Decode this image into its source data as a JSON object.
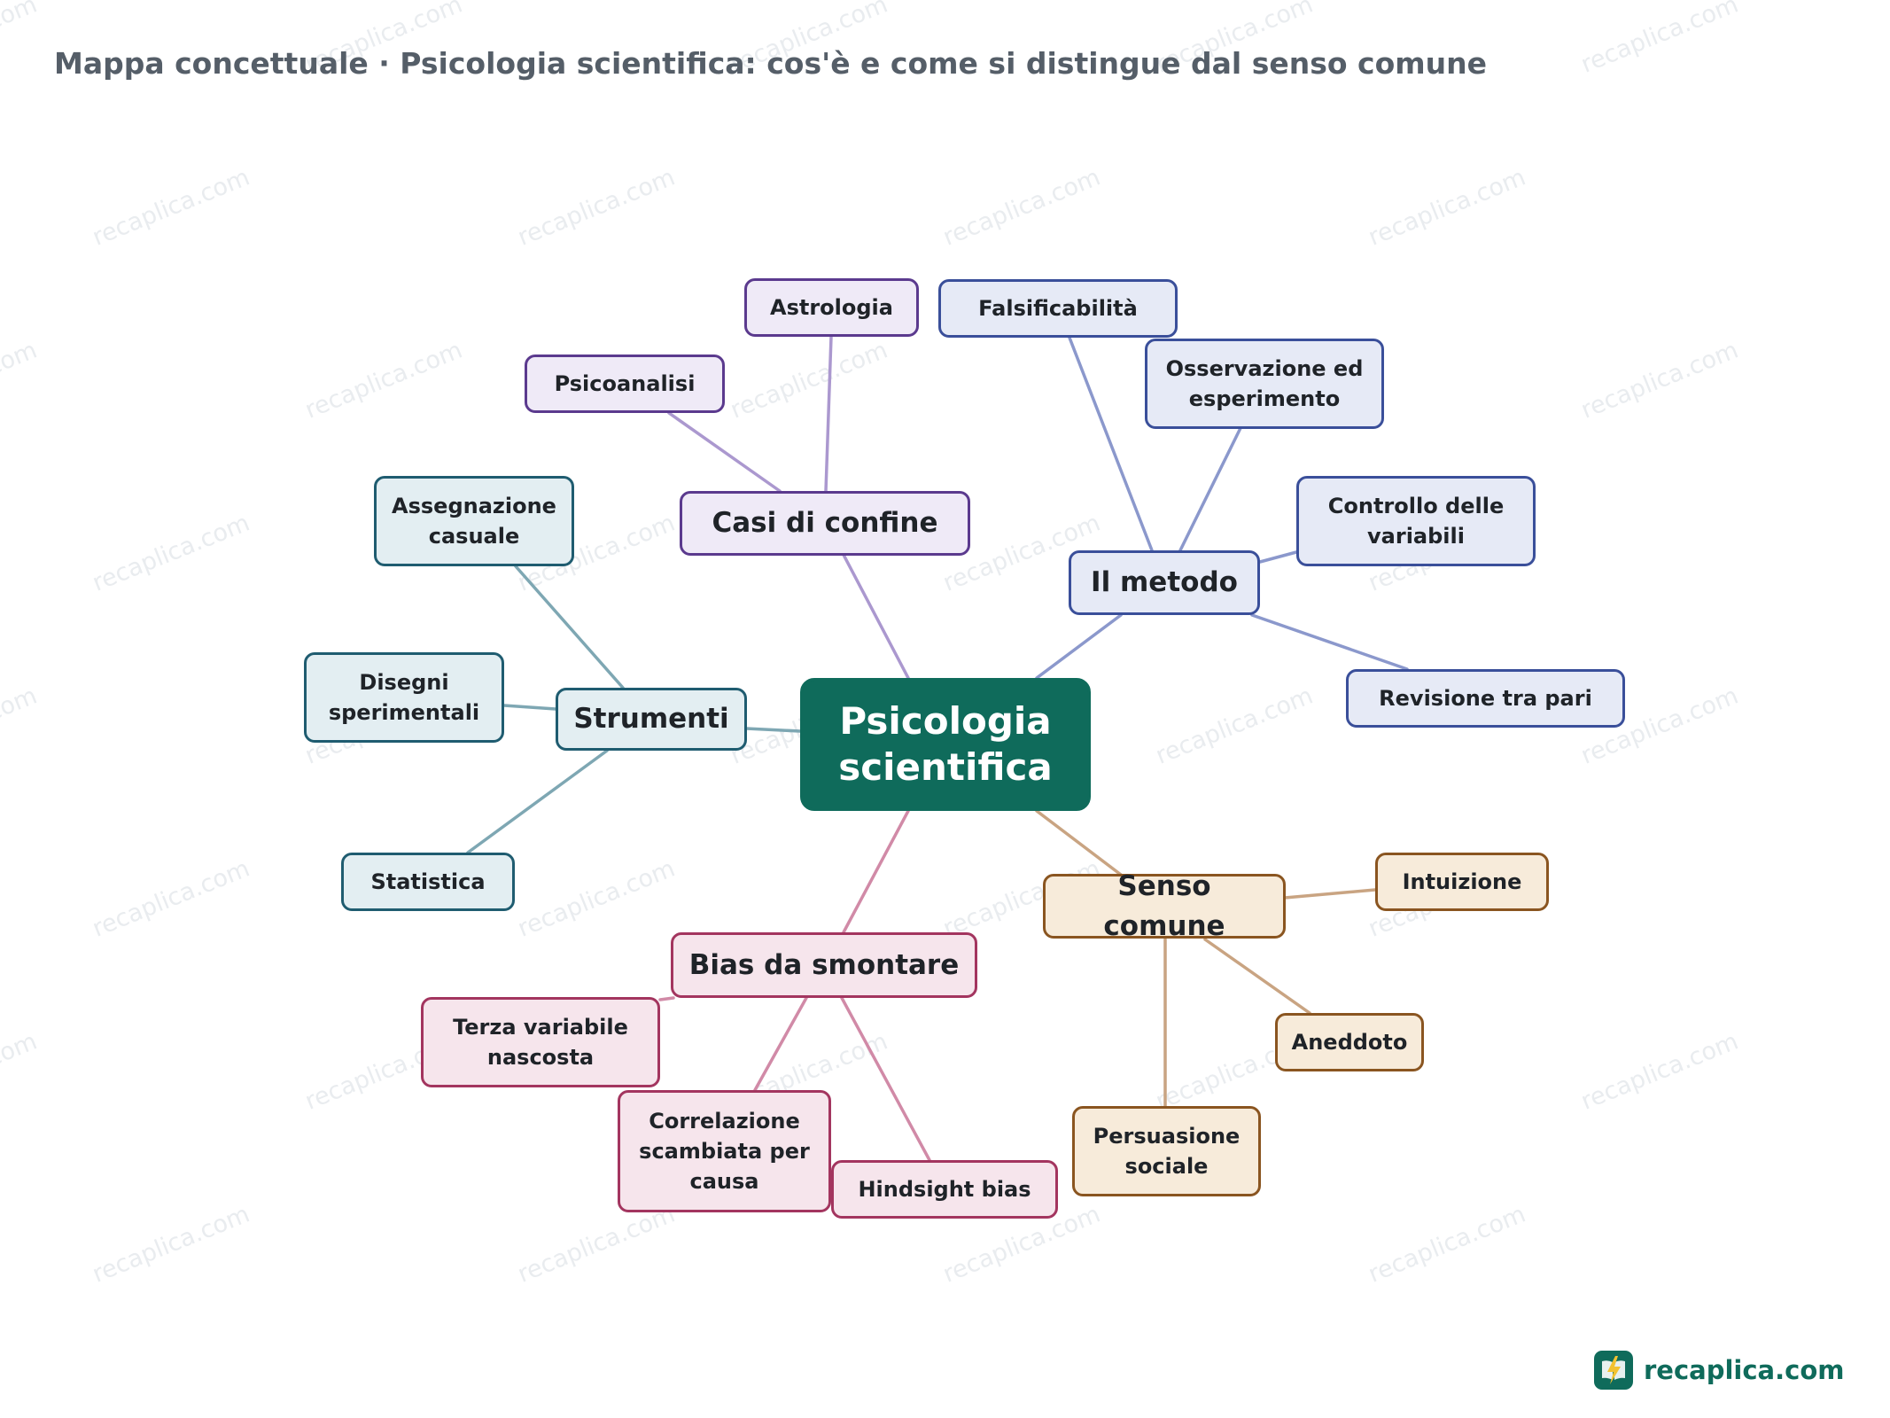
{
  "title": "Mappa concettuale · Psicologia scientifica: cos'è e come si distingue dal senso comune",
  "watermark_text": "recaplica.com",
  "brand": {
    "name": "recaplica.com",
    "icon": "book-lightning-icon"
  },
  "colors": {
    "root": "#0f6b5b",
    "metodo": "#3a4f9a",
    "casi_di_confine": "#5b3a8e",
    "strumenti": "#1f5c70",
    "bias": "#a3355f",
    "senso_comune": "#8a5520"
  },
  "map": {
    "root": "Psicologia scientifica",
    "branches": [
      {
        "label": "Il metodo",
        "children": [
          "Falsificabilità",
          "Osservazione ed esperimento",
          "Controllo delle variabili",
          "Revisione tra pari"
        ]
      },
      {
        "label": "Casi di confine",
        "children": [
          "Astrologia",
          "Psicoanalisi"
        ]
      },
      {
        "label": "Strumenti",
        "children": [
          "Assegnazione casuale",
          "Disegni sperimentali",
          "Statistica"
        ]
      },
      {
        "label": "Bias da smontare",
        "children": [
          "Terza variabile nascosta",
          "Correlazione scambiata per causa",
          "Hindsight bias"
        ]
      },
      {
        "label": "Senso comune",
        "children": [
          "Intuizione",
          "Aneddoto",
          "Persuasione sociale"
        ]
      }
    ]
  }
}
